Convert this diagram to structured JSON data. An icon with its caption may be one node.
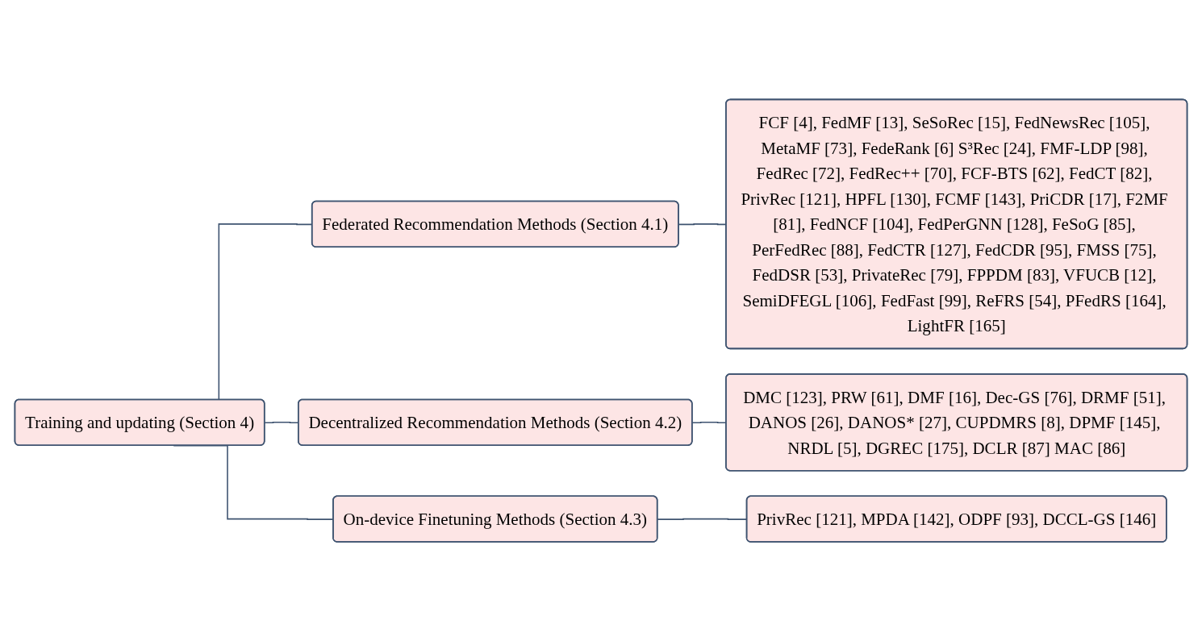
{
  "diagram": {
    "nodes": [
      {
        "text": [
          "Training and updating (Section 4)"
        ]
      },
      {
        "text": [
          "Federated Recommendation Methods (Section 4.1)"
        ]
      },
      {
        "text": [
          "Decentralized Recommendation Methods (Section 4.2)"
        ]
      },
      {
        "text": [
          "On-device Finetuning Methods (Section 4.3)"
        ]
      },
      {
        "text": [
          "FCF [4], FedMF [13], SeSoRec [15], FedNewsRec [105], MetaMF [73], FedeRank [6] S³Rec [24], FMF-LDP [98], FedRec [72], FedRec++ [70], FCF-BTS [62], FedCT [82], PrivRec [121], HPFL [130], FCMF [143], PriCDR [17], F2MF [81], FedNCF [104], FedPerGNN [128], FeSoG [85], PerFedRec [88], FedCTR [127], FedCDR [95], FMSS [75], FedDSR [53], PrivateRec [79], FPPDM [83], VFUCB [12], SemiDFEGL [106], FedFast [99], ReFRS [54], PFedRS [164], LightFR [165]"
        ]
      },
      {
        "text": [
          "DMC [123], PRW [61], DMF [16], Dec-GS [76], DRMF [51], DANOS [26], DANOS* [27], CUPDMRS [8], DPMF [145], NRDL [5], DGREC [175], DCLR [87] MAC [86]"
        ]
      },
      {
        "text": [
          "PrivRec [121], MPDA [142], ODPF [93], DCCL-GS [146]"
        ]
      }
    ],
    "edges": [
      {
        "from": 0,
        "to": 1,
        "arrow": "none"
      },
      {
        "from": 0,
        "to": 2,
        "arrow": "none"
      },
      {
        "from": 0,
        "to": 3,
        "arrow": "none"
      },
      {
        "from": 1,
        "to": 4,
        "arrow": "none"
      },
      {
        "from": 2,
        "to": 5,
        "arrow": "none"
      },
      {
        "from": 3,
        "to": 6,
        "arrow": "none"
      }
    ]
  }
}
